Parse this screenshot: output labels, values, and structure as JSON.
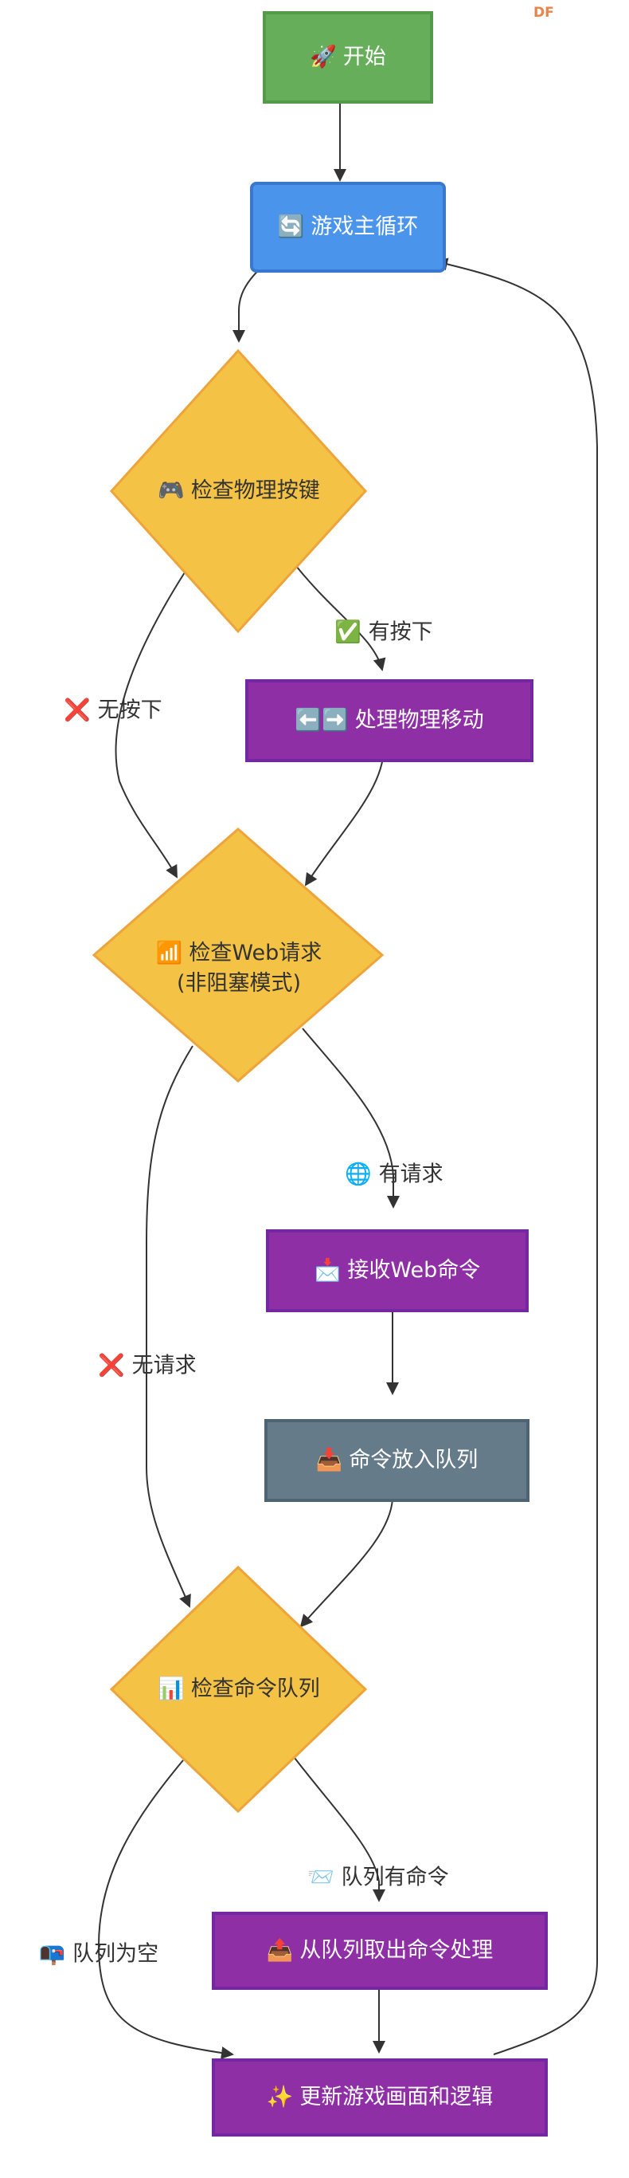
{
  "watermark": "DF",
  "nodes": {
    "start": {
      "icon": "🚀",
      "label": "开始",
      "color": "#67ae5b"
    },
    "main_loop": {
      "icon": "🔄",
      "label": "游戏主循环",
      "color": "#4a94ec"
    },
    "check_keys": {
      "icon": "🎮",
      "label": "检查物理按键",
      "color": "#f4c244"
    },
    "handle_move": {
      "icon": "⬅️➡️",
      "label": "处理物理移动",
      "color": "#8e2fa6"
    },
    "check_web": {
      "icon": "📶",
      "label": "检查Web请求",
      "label2": "(非阻塞模式)",
      "color": "#f4c244"
    },
    "receive_web": {
      "icon": "📩",
      "label": "接收Web命令",
      "color": "#8e2fa6"
    },
    "enqueue": {
      "icon": "📥",
      "label": "命令放入队列",
      "color": "#657b8a"
    },
    "check_queue": {
      "icon": "📊",
      "label": "检查命令队列",
      "color": "#f4c244"
    },
    "dequeue": {
      "icon": "📤",
      "label": "从队列取出命令处理",
      "color": "#8e2fa6"
    },
    "update": {
      "icon": "✨",
      "label": "更新游戏画面和逻辑",
      "color": "#8e2fa6"
    }
  },
  "edges": {
    "key_pressed": {
      "icon": "✅",
      "label": "有按下"
    },
    "key_not_pressed": {
      "icon": "❌",
      "label": "无按下"
    },
    "has_request": {
      "icon": "🌐",
      "label": "有请求"
    },
    "no_request": {
      "icon": "❌",
      "label": "无请求"
    },
    "queue_has": {
      "icon": "📨",
      "label": "队列有命令"
    },
    "queue_empty": {
      "icon": "📭",
      "label": "队列为空"
    }
  }
}
